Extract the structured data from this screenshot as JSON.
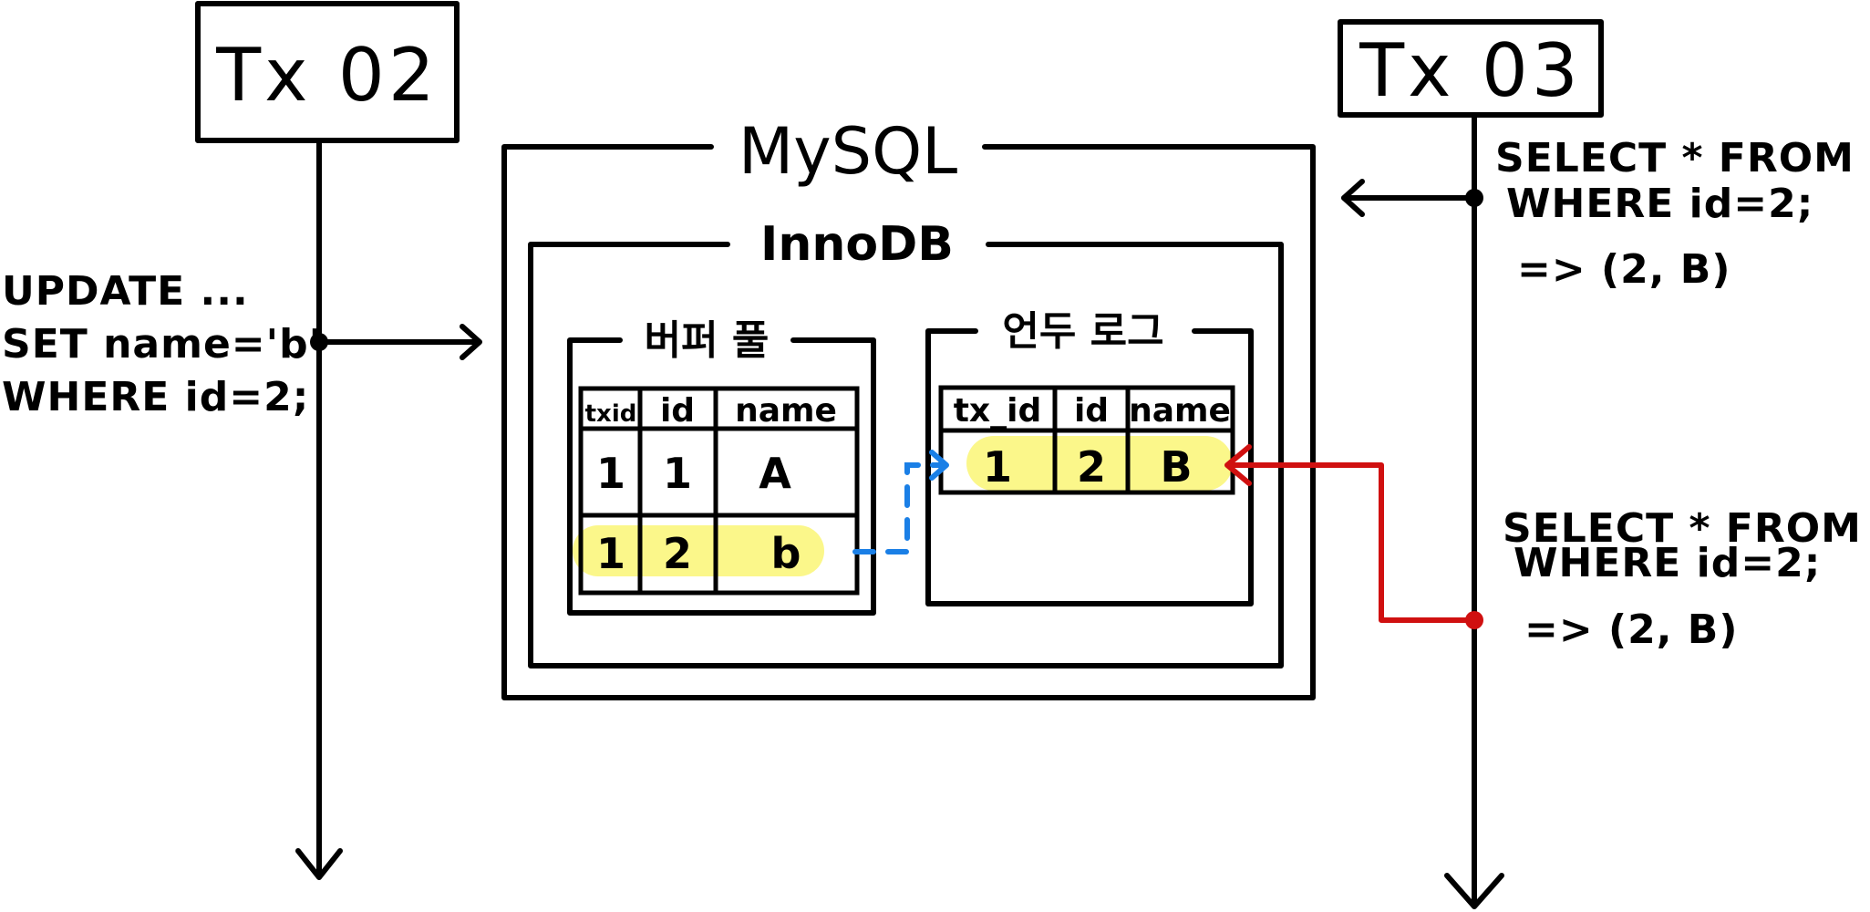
{
  "tx02": {
    "label": "Tx 02",
    "query": [
      "UPDATE ...",
      "SET name='b'",
      "WHERE id=2;"
    ]
  },
  "tx03": {
    "label": "Tx 03",
    "query1": [
      "SELECT * FROM ...",
      "WHERE id=2;",
      "=> (2, B)"
    ],
    "query2": [
      "SELECT * FROM ...",
      "WHERE id=2;",
      "=> (2, B)"
    ]
  },
  "mysql": {
    "label": "MySQL",
    "innodb": {
      "label": "InnoDB",
      "buffer_pool": {
        "label": "버퍼 풀",
        "headers": [
          "txid",
          "id",
          "name"
        ],
        "rows": [
          [
            "1",
            "1",
            "A"
          ],
          [
            "1",
            "2",
            "b"
          ]
        ]
      },
      "undo_log": {
        "label": "언두 로그",
        "headers": [
          "tx_id",
          "id",
          "name"
        ],
        "rows": [
          [
            "1",
            "2",
            "B"
          ]
        ]
      }
    }
  },
  "colors": {
    "ink": "#000000",
    "highlight": "#fbf78a",
    "copy_arrow": "#1a7fe6",
    "read_arrow": "#d01010"
  }
}
